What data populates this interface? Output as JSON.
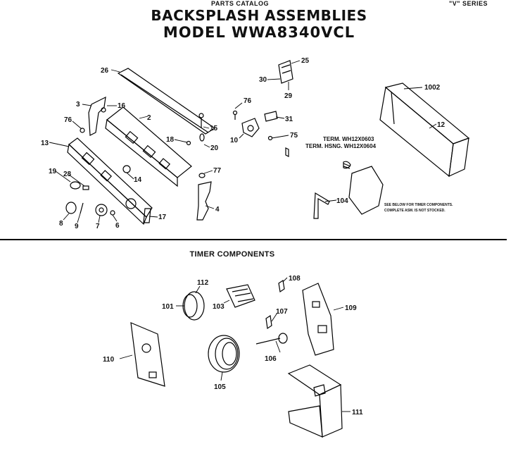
{
  "header": {
    "catalog": "PARTS CATALOG",
    "series": "\"V\" SERIES",
    "title": "BACKSPLASH ASSEMBLIES",
    "model": "MODEL  WWA8340VCL"
  },
  "sections": {
    "timer": "TIMER COMPONENTS"
  },
  "notes": {
    "term_wh": "TERM. WH12X0603",
    "term_hsng": "TERM. HSNG. WH12X0604",
    "timer_note_1": "SEE BELOW FOR TIMER COMPONENTS.",
    "timer_note_2": "COMPLETE ASM. IS NOT STOCKED."
  },
  "part_labels": {
    "p26": "26",
    "p3": "3",
    "p16": "16",
    "p76a": "76",
    "p2": "2",
    "p13": "13",
    "p18": "18",
    "p15": "15",
    "p20": "20",
    "p19": "19",
    "p28": "28",
    "p14": "14",
    "p77": "77",
    "p4": "4",
    "p17": "17",
    "p8": "8",
    "p9": "9",
    "p7": "7",
    "p6": "6",
    "p30": "30",
    "p25": "25",
    "p29": "29",
    "p76b": "76",
    "p31": "31",
    "p10": "10",
    "p75": "75",
    "p1002": "1002",
    "p12": "12",
    "p104": "104",
    "p112": "112",
    "p101": "101",
    "p103": "103",
    "p108": "108",
    "p107": "107",
    "p109": "109",
    "p110": "110",
    "p106": "106",
    "p105": "105",
    "p111": "111"
  }
}
